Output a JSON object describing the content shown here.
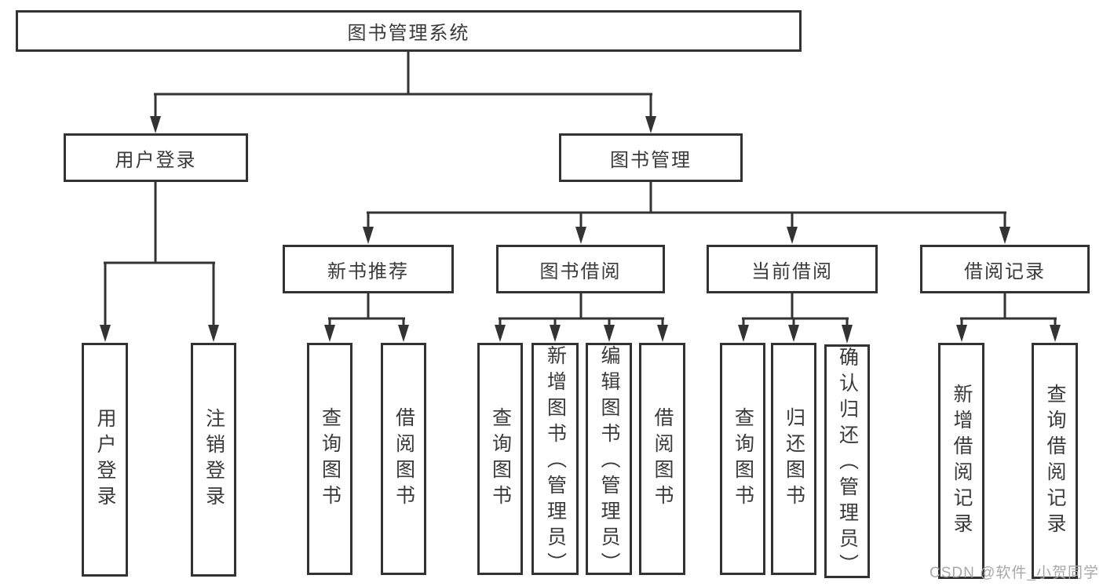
{
  "tree": {
    "root": {
      "label": "图书管理系统",
      "children": [
        {
          "label": "用户登录",
          "children": [
            {
              "label": "用户登录"
            },
            {
              "label": "注销登录"
            }
          ]
        },
        {
          "label": "图书管理",
          "children": [
            {
              "label": "新书推荐",
              "children": [
                {
                  "label": "查询图书"
                },
                {
                  "label": "借阅图书"
                }
              ]
            },
            {
              "label": "图书借阅",
              "children": [
                {
                  "label": "查询图书"
                },
                {
                  "label": "新增图书（管理员）"
                },
                {
                  "label": "编辑图书（管理员）"
                },
                {
                  "label": "借阅图书"
                }
              ]
            },
            {
              "label": "当前借阅",
              "children": [
                {
                  "label": "查询图书"
                },
                {
                  "label": "归还图书"
                },
                {
                  "label": "确认归还（管理员）"
                }
              ]
            },
            {
              "label": "借阅记录",
              "children": [
                {
                  "label": "新增借阅记录"
                },
                {
                  "label": "查询借阅记录"
                }
              ]
            }
          ]
        }
      ]
    }
  },
  "watermark": "CSDN @软件_小贺同学",
  "colors": {
    "line": "#333333",
    "text": "#3a3a3a",
    "background": "#ffffff",
    "watermark": "#a8a8a8"
  }
}
